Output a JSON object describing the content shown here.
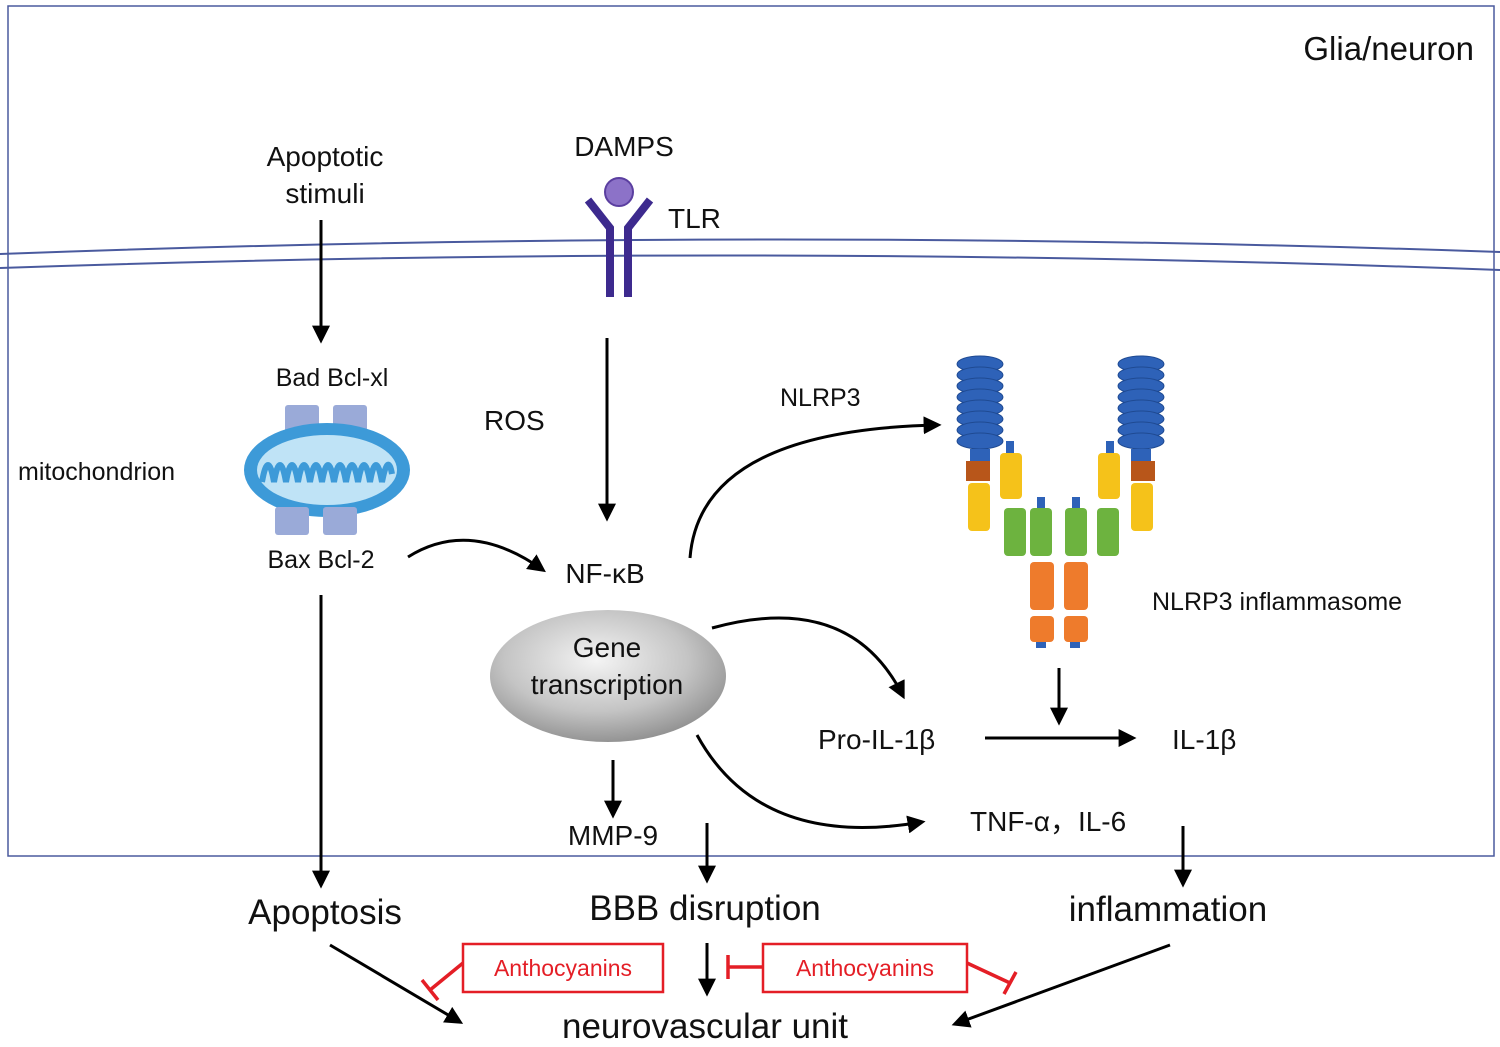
{
  "cell_label": "Glia/neuron",
  "colors": {
    "membrane": "#4a5a9e",
    "receptor": "#3d2a8e",
    "mitochondrion": "#3d9ad8",
    "inhibitor": "#e41e26",
    "nlrp3_blue": "#2e62b8",
    "nlrp3_brown": "#b8561a",
    "nlrp3_yellow": "#f5c21a",
    "nlrp3_green": "#6db33f",
    "nlrp3_orange": "#ee7b2c"
  },
  "icons": [
    "tlr-receptor-icon",
    "mitochondrion-icon",
    "nlrp3-inflammasome-icon",
    "nucleus-ellipse-icon"
  ],
  "labels": {
    "apoptotic_1": "Apoptotic",
    "apoptotic_2": "stimuli",
    "damps": "DAMPS",
    "tlr": "TLR",
    "bad_bclxl": "Bad Bcl-xl",
    "mitochondrion": "mitochondrion",
    "bax_bcl2": "Bax Bcl-2",
    "ros": "ROS",
    "nfkb": "NF-κB",
    "nlrp3": "NLRP3",
    "nlrp3_inflammasome": "NLRP3 inflammasome",
    "gene_1": "Gene",
    "gene_2": "transcription",
    "pro_il1b": "Pro-IL-1β",
    "il1b": "IL-1β",
    "mmp9": "MMP-9",
    "tnf_il6": "TNF-α，IL-6",
    "apoptosis": "Apoptosis",
    "bbb": "BBB disruption",
    "inflammation": "inflammation",
    "anthocyanins_left": "Anthocyanins",
    "anthocyanins_right": "Anthocyanins",
    "nvu": "neurovascular unit"
  }
}
